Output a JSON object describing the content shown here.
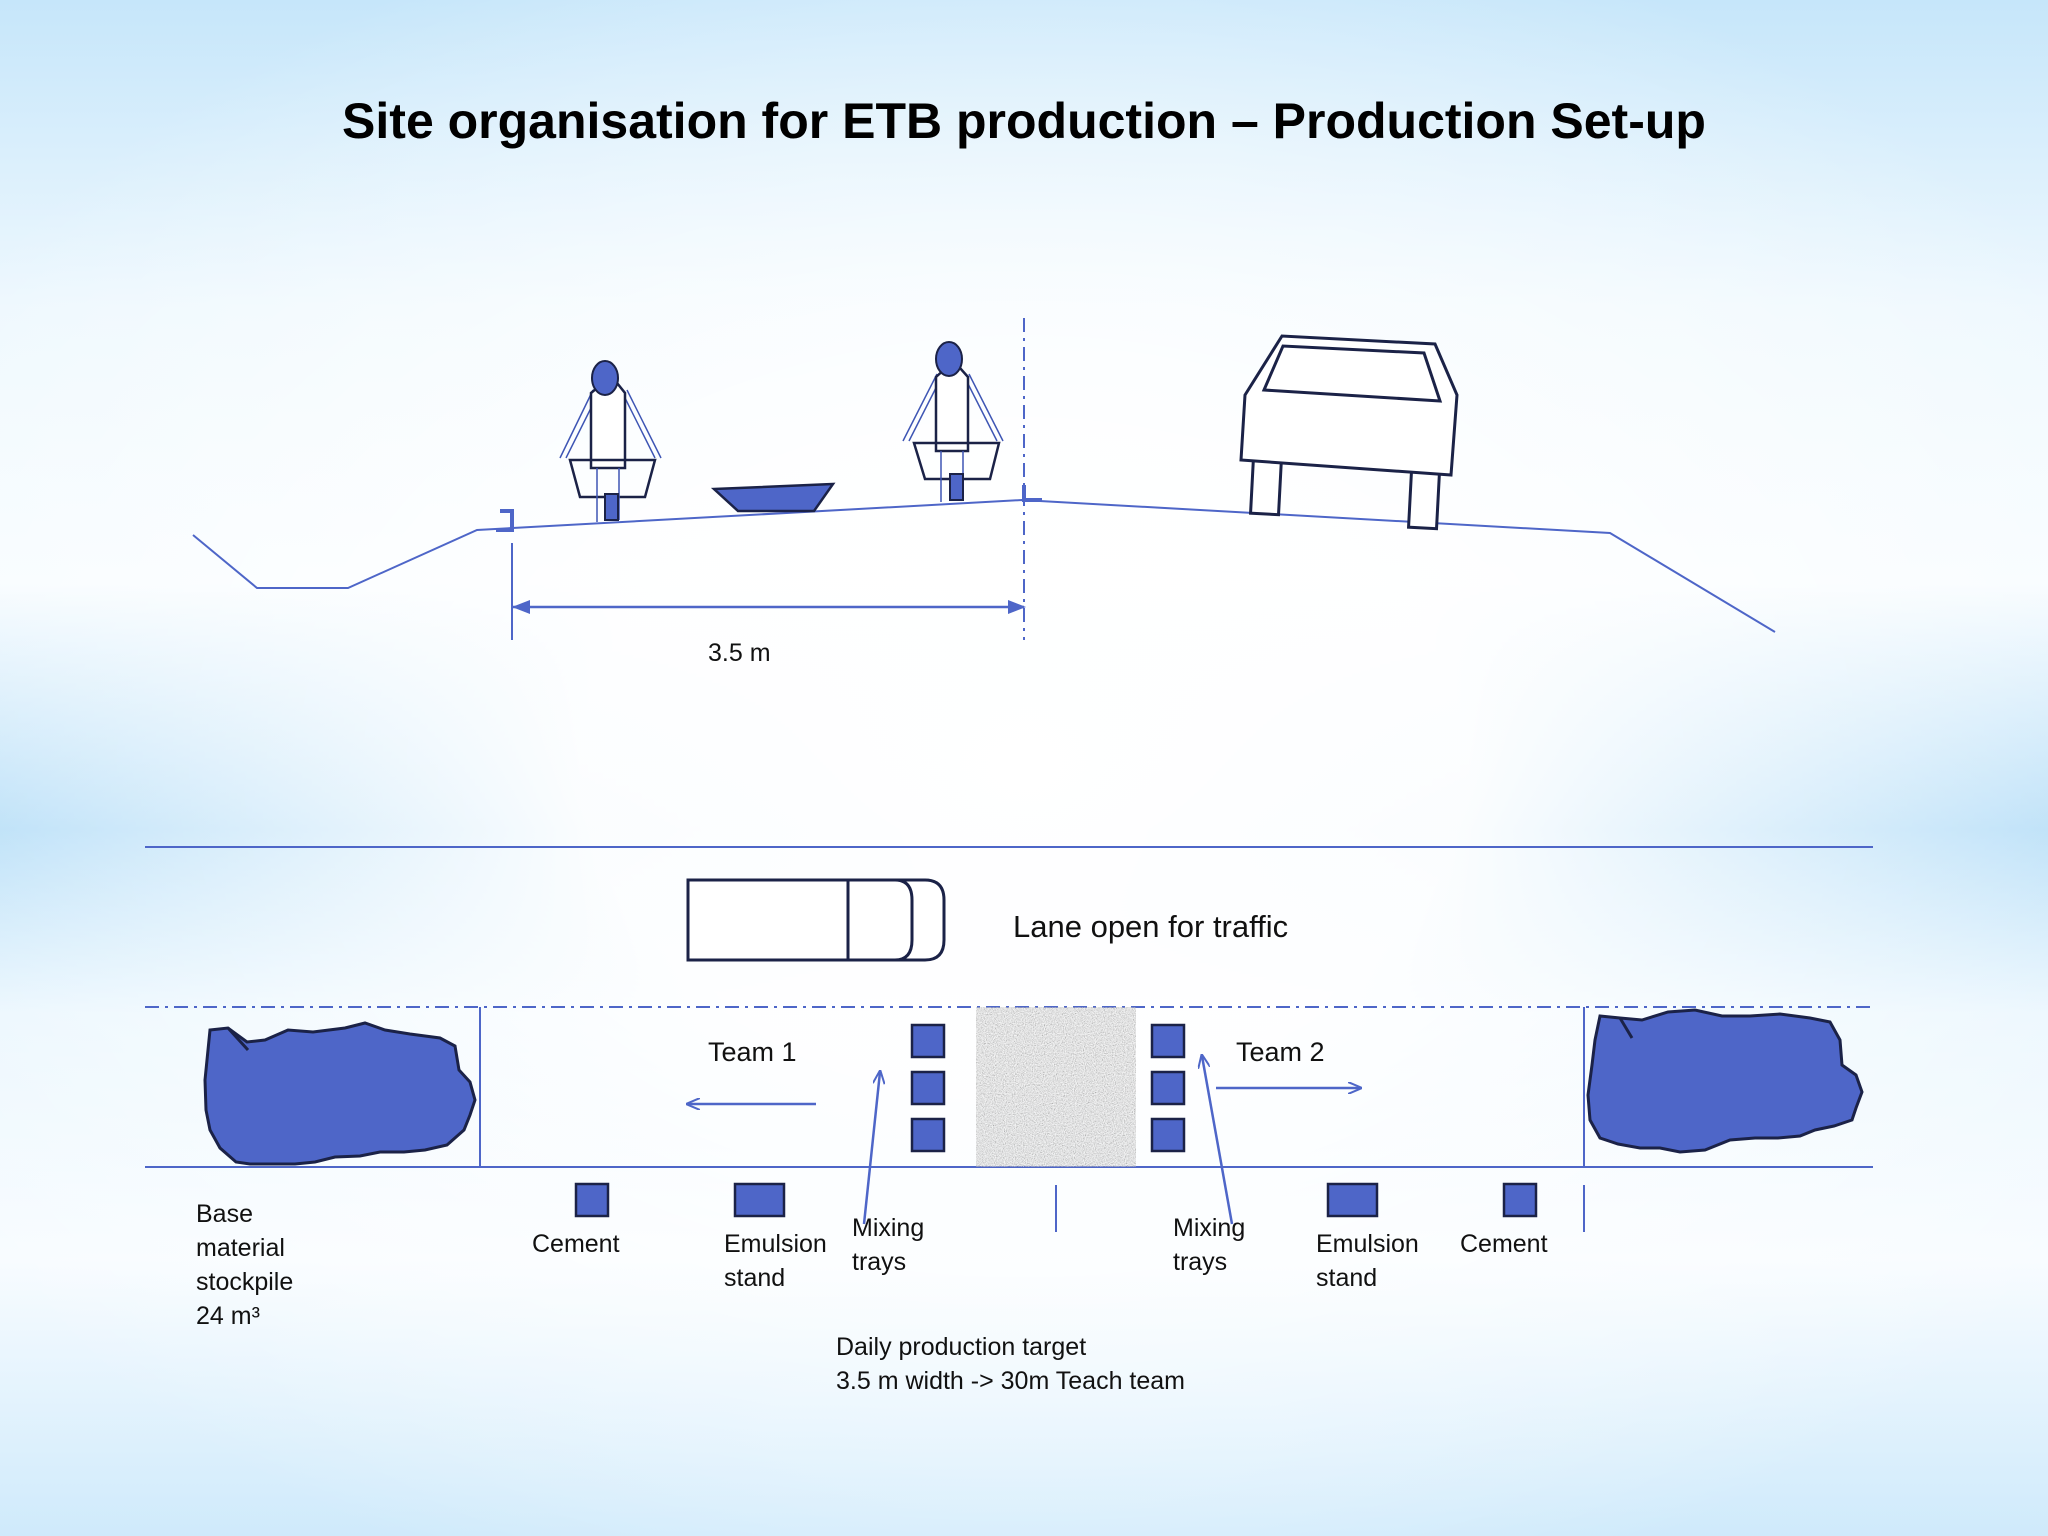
{
  "title": "Site organisation for ETB production – Production Set-up",
  "colors": {
    "fill": "#4e66c8",
    "line": "#3e55b4",
    "outline": "#1b2247"
  },
  "cross_section": {
    "dimension_label": "3.5 m"
  },
  "plan_view": {
    "lane_label": "Lane open for traffic",
    "team1_label": "Team 1",
    "team2_label": "Team 2",
    "left_labels": {
      "stockpile": [
        "Base",
        "material",
        "stockpile",
        "24 m³"
      ],
      "cement": "Cement",
      "emulsion": [
        "Emulsion",
        "stand"
      ],
      "mixing": [
        "Mixing",
        "trays"
      ]
    },
    "right_labels": {
      "mixing": [
        "Mixing",
        "trays"
      ],
      "emulsion": [
        "Emulsion",
        "stand"
      ],
      "cement": "Cement"
    },
    "production_target": [
      "Daily production target",
      "3.5 m width -> 30m Teach team"
    ]
  }
}
